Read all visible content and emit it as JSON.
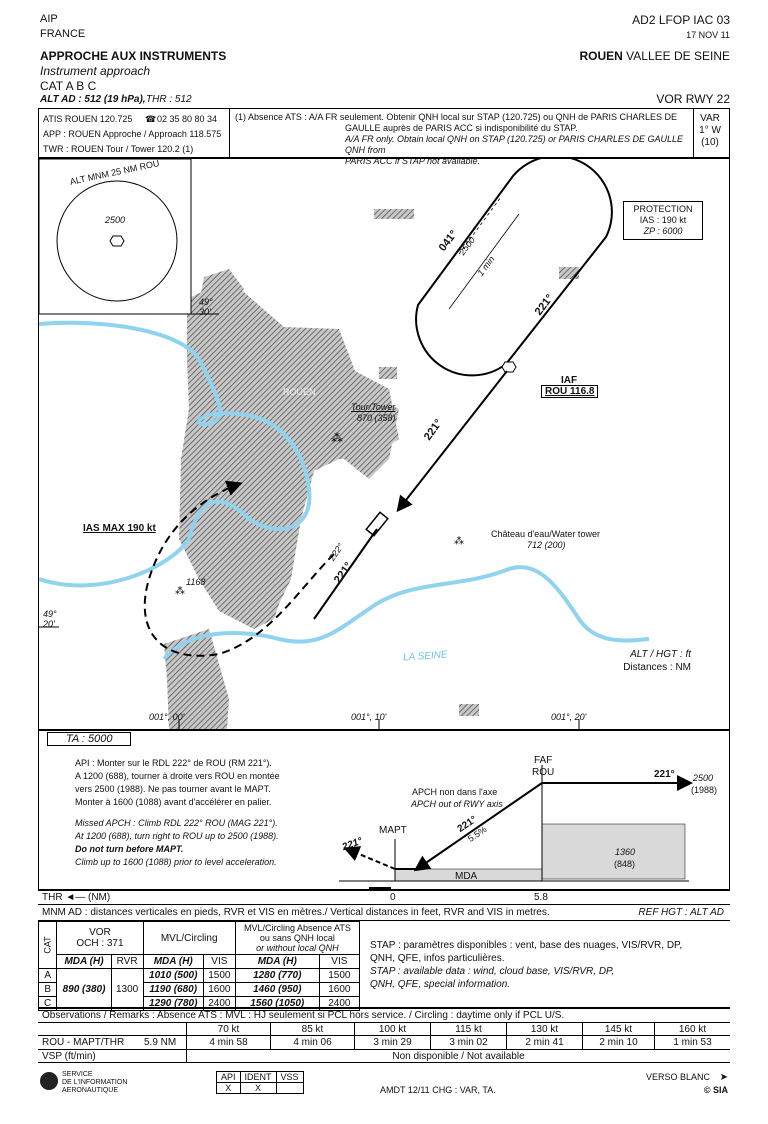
{
  "header": {
    "aip": "AIP",
    "country": "FRANCE",
    "title_fr": "APPROCHE AUX INSTRUMENTS",
    "title_en": "Instrument approach",
    "cat": "CAT A B C",
    "alt_ad": "ALT AD : 512 (19 hPa),",
    "thr": "THR : 512",
    "doc_id": "AD2 LFOP IAC 03",
    "date": "17 NOV 11",
    "aerodrome_bold": "ROUEN",
    "aerodrome_rest": "VALLEE DE SEINE",
    "procedure": "VOR RWY 22"
  },
  "comms": {
    "atis": "ATIS ROUEN 120.725",
    "phone": "02 35 80 80 34",
    "app": "APP : ROUEN Approche / Approach 118.575",
    "twr": "TWR : ROUEN Tour / Tower 120.2 (1)",
    "note_fr_1": "(1) Absence ATS : A/A FR seulement. Obtenir QNH local sur STAP (120.725) ou QNH de PARIS CHARLES DE",
    "note_fr_2": "GAULLE auprès de PARIS ACC si indisponibilité du STAP.",
    "note_en_1": "A/A FR only. Obtain local QNH on STAP (120.725) or PARIS CHARLES DE GAULLE QNH from",
    "note_en_2": "PARIS ACC if STAP not available.",
    "var_label": "VAR",
    "var_value": "1° W",
    "var_year": "(10)"
  },
  "map": {
    "msa_label": "ALT MNM 25 NM ROU",
    "msa_alt": "2500",
    "lat_49_30_a": "49°",
    "lat_49_30_b": "30'",
    "lat_49_20_a": "49°",
    "lat_49_20_b": "20'",
    "lon_000": "001°, 00'",
    "lon_010": "001°, 10'",
    "lon_020": "001°, 20'",
    "city": "ROUEN",
    "tower_label": "Tour/Tower",
    "tower_alt": "870 (358)",
    "water_tower_label": "Château d'eau/Water tower",
    "water_tower_alt": "712 (200)",
    "obstacle_1168": "1168",
    "river": "LA SEINE",
    "ias_max": "IAS MAX 190 kt",
    "iaf": "IAF",
    "iaf_vor": "ROU 116.8",
    "hold_outbound": "041°",
    "hold_inbound": "221°",
    "hold_alt": "2500",
    "hold_time": "1 min",
    "inbound_track": "221°",
    "rdl": "222°",
    "track_final": "221°",
    "protection_title": "PROTECTION",
    "protection_ias": "IAS : 190 kt",
    "protection_zp": "ZP : 6000",
    "units_alt": "ALT / HGT : ft",
    "units_dist": "Distances : NM"
  },
  "profile": {
    "ta": "TA : 5000",
    "api_fr_1": "API : Monter sur le RDL 222° de ROU (RM 221°).",
    "api_fr_2": "A 1200 (688), tourner à droite vers ROU en montée",
    "api_fr_3": "vers 2500 (1988). Ne pas tourner avant le MAPT.",
    "api_fr_4": "Monter à 1600 (1088) avant d'accélérer en palier.",
    "api_en_1": "Missed APCH : Climb RDL 222° ROU (MAG 221°).",
    "api_en_2": "At 1200 (688), turn right to ROU up to 2500 (1988).",
    "api_en_3": "Do not turn before MAPT.",
    "api_en_4": "Climb up to 1600 (1088) prior to level acceleration.",
    "faf": "FAF",
    "faf_rou": "ROU",
    "mapt": "MAPT",
    "apch_fr": "APCH non dans l'axe",
    "apch_en": "APCH out of RWY axis",
    "track_221": "221°",
    "track_221_b": "221°",
    "track_221_c": "221°",
    "slope": "5.5%",
    "alt_2500": "2500",
    "alt_1988": "(1988)",
    "obs_1360": "1360",
    "obs_848": "(848)",
    "mda": "MDA",
    "thr_nm": "THR ◄— (NM)",
    "dist_0": "0",
    "dist_58": "5.8"
  },
  "minima": {
    "mnm_note": "MNM AD : distances verticales en pieds, RVR et VIS en mètres./ Vertical distances in feet, RVR and VIS in metres.",
    "ref_hgt": "REF HGT : ALT AD",
    "cat_label": "CAT",
    "vor_label": "VOR",
    "och": "OCH : 371",
    "mvl_label": "MVL/Circling",
    "mvl_abs_1": "MVL/Circling Absence ATS",
    "mvl_abs_2": "ou sans QNH local",
    "mvl_abs_3": "or without local QNH",
    "mda_h": "MDA (H)",
    "rvr": "RVR",
    "vis": "VIS",
    "cats": [
      "A",
      "B",
      "C"
    ],
    "vor_mda": "890 (380)",
    "vor_rvr": "1300",
    "mvl_mda": [
      "1010 (500)",
      "1190 (680)",
      "1290 (780)"
    ],
    "mvl_vis": [
      "1500",
      "1600",
      "2400"
    ],
    "abs_mda": [
      "1280 (770)",
      "1460 (950)",
      "1560 (1050)"
    ],
    "abs_vis": [
      "1500",
      "1600",
      "2400"
    ],
    "stap_fr_1": "STAP : paramètres disponibles : vent, base des nuages, VIS/RVR, DP,",
    "stap_fr_2": "QNH, QFE, infos particulières.",
    "stap_en_1": "STAP : available data : wind, cloud base, VIS/RVR, DP,",
    "stap_en_2": "QNH, QFE, special information."
  },
  "footer": {
    "observations": "Observations / Remarks : Absence ATS : MVL : HJ seulement si PCL hors service. / Circling : daytime only if PCL U/S.",
    "speeds": [
      "70 kt",
      "85 kt",
      "100 kt",
      "115 kt",
      "130 kt",
      "145 kt",
      "160 kt"
    ],
    "times": [
      "4 min 58",
      "4 min 06",
      "3 min 29",
      "3 min 02",
      "2 min 41",
      "2 min 10",
      "1 min 53"
    ],
    "rou_mapt": "ROU - MAPT/THR",
    "rou_mapt_nm": "5.9 NM",
    "vsp": "VSP (ft/min)",
    "vsp_value": "Non disponible / Not available",
    "sia_1": "SERVICE",
    "sia_2": "DE L'INFORMATION",
    "sia_3": "AERONAUTIQUE",
    "api_h": "API",
    "ident_h": "IDENT",
    "vss_h": "VSS",
    "api_x": "X",
    "ident_x": "X",
    "amdt": "AMDT 12/11 CHG : VAR, TA.",
    "verso": "VERSO BLANC",
    "copyright": "© SIA"
  },
  "colors": {
    "river": "#8fd3ee",
    "urban": "#9a9a9a",
    "profile_fill": "#d9d9d9"
  }
}
